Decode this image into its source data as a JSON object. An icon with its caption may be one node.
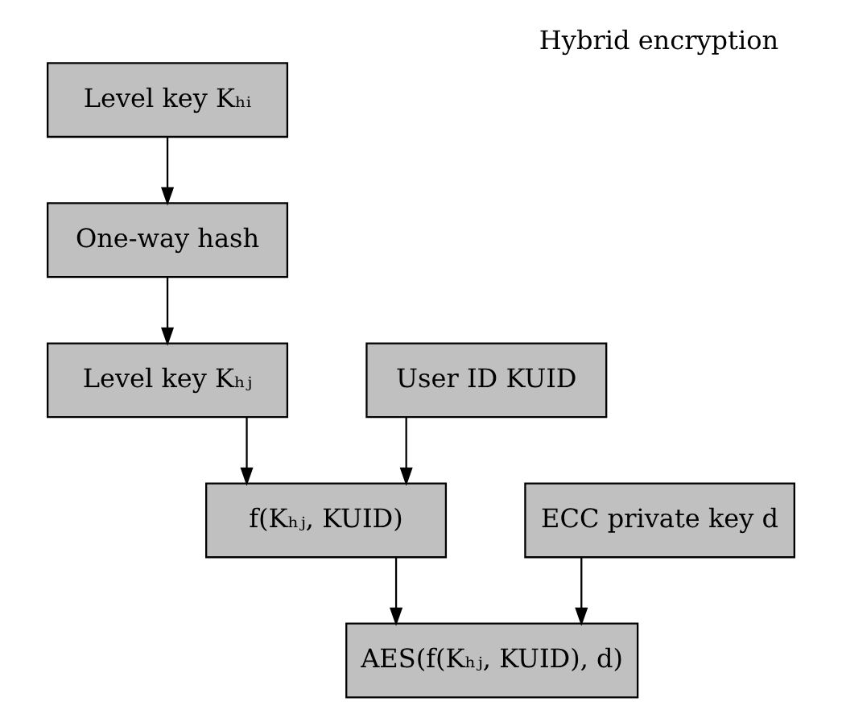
{
  "diagram": {
    "title": "Hybrid encryption",
    "nodes": [
      {
        "text": [
          "Level key Kₕᵢ"
        ]
      },
      {
        "text": [
          "One-way hash"
        ]
      },
      {
        "text": [
          "Level key Kₕⱼ"
        ]
      },
      {
        "text": [
          "User ID KUID"
        ]
      },
      {
        "text": [
          "f(Kₕⱼ, KUID)"
        ]
      },
      {
        "text": [
          "ECC private key d"
        ]
      },
      {
        "text": [
          "AES(f(Kₕⱼ, KUID), d)"
        ]
      }
    ],
    "edges": [
      {
        "from": 0,
        "to": 1,
        "arrow": "to"
      },
      {
        "from": 1,
        "to": 2,
        "arrow": "to"
      },
      {
        "from": 2,
        "to": 4,
        "arrow": "to"
      },
      {
        "from": 3,
        "to": 4,
        "arrow": "to"
      },
      {
        "from": 4,
        "to": 6,
        "arrow": "to"
      },
      {
        "from": 5,
        "to": 6,
        "arrow": "to"
      }
    ]
  }
}
